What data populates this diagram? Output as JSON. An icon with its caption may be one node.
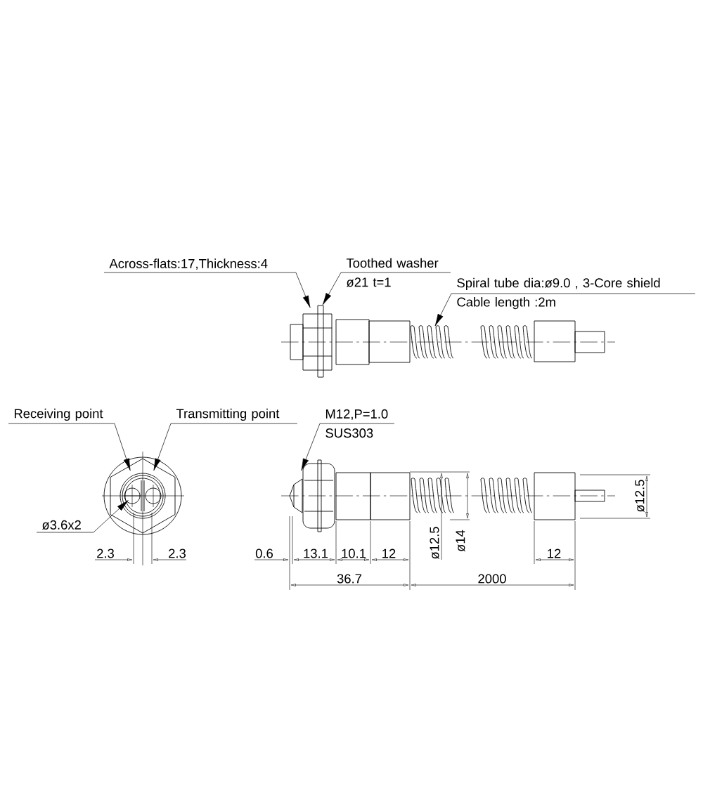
{
  "diagram": {
    "nodes": [
      {
        "text": [
          "Across-flats:17,Thickness:4"
        ]
      },
      {
        "text": [
          "Toothed washer",
          "ø21 t=1"
        ]
      },
      {
        "text": [
          "Spiral tube dia:ø9.0 , 3-Core shield",
          "Cable length :2m"
        ]
      },
      {
        "text": [
          "Receiving point"
        ]
      },
      {
        "text": [
          "Transmitting point"
        ]
      },
      {
        "text": [
          "M12,P=1.0",
          "SUS303"
        ]
      },
      {
        "text": [
          "ø3.6x2"
        ]
      }
    ],
    "edges": [
      {
        "from": 0,
        "to": null,
        "arrow": "to"
      },
      {
        "from": 1,
        "to": null,
        "arrow": "to"
      },
      {
        "from": 2,
        "to": null,
        "arrow": "to"
      },
      {
        "from": 3,
        "to": null,
        "arrow": "to"
      },
      {
        "from": 4,
        "to": null,
        "arrow": "to"
      },
      {
        "from": 5,
        "to": null,
        "arrow": "to"
      },
      {
        "from": 6,
        "to": null,
        "arrow": "to"
      }
    ],
    "labels": [
      "ø12.5",
      "ø12.5",
      "ø14",
      "2.3",
      "2.3",
      "0.6",
      "13.1",
      "10.1",
      "12",
      "12",
      "36.7",
      "2000"
    ]
  }
}
